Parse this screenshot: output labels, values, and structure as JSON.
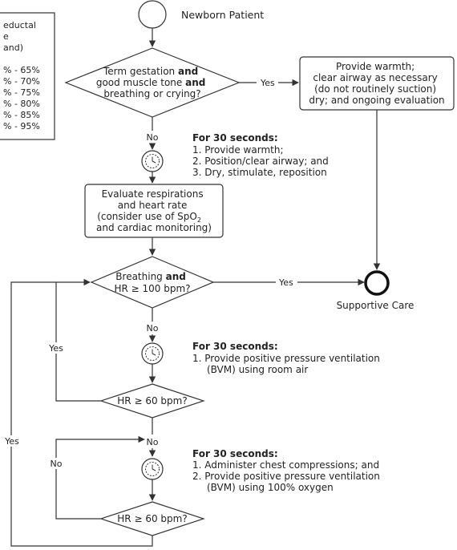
{
  "start_label": "Newborn Patient",
  "legend": {
    "lines": [
      "eductal",
      "e",
      "and)",
      "",
      "% - 65%",
      "% - 70%",
      "% - 75%",
      "% - 80%",
      "% - 85%",
      "% - 95%"
    ]
  },
  "decision_term": {
    "line1": "Term gestation",
    "line1_bold": "and",
    "line2": "good muscle tone",
    "line2_bold": "and",
    "line3": "breathing or crying?"
  },
  "warmth_box": {
    "lines": [
      "Provide warmth;",
      "clear airway as necessary",
      "(do not routinely suction)",
      "dry; and ongoing evaluation"
    ]
  },
  "labels": {
    "yes": "Yes",
    "no": "No"
  },
  "step1": {
    "title": "For 30 seconds:",
    "items": [
      "1.  Provide warmth;",
      "2.  Position/clear airway; and",
      "3.  Dry, stimulate, reposition"
    ]
  },
  "evaluate_box": {
    "line1": "Evaluate respirations",
    "line2": "and heart rate",
    "line3": "(consider use of SpO",
    "line3_sub": "2",
    "line4": "and cardiac monitoring)"
  },
  "decision_breathing": {
    "line1": "Breathing",
    "line1_bold": "and",
    "line2": "HR ≥ 100 bpm?"
  },
  "supportive_care": "Supportive Care",
  "step2": {
    "title": "For 30 seconds:",
    "items": [
      "1.  Provide positive pressure ventilation",
      "(BVM) using room air"
    ]
  },
  "decision_hr1": "HR ≥ 60 bpm?",
  "step3": {
    "title": "For 30 seconds:",
    "items": [
      "1.  Administer chest compressions; and",
      "2.  Provide positive pressure ventilation",
      "(BVM) using 100% oxygen"
    ]
  },
  "decision_hr2": "HR ≥ 60 bpm?"
}
